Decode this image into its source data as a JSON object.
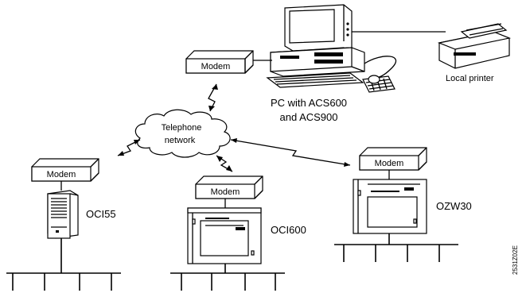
{
  "labels": {
    "modem": "Modem",
    "pc_line1": "PC with ACS600",
    "pc_line2": "and ACS900",
    "local_printer": "Local printer",
    "cloud_line1": "Telephone",
    "cloud_line2": "network",
    "oci55": "OCI55",
    "oci600": "OCI600",
    "ozw30": "OZW30",
    "figure_ref": "2531Z02E"
  }
}
